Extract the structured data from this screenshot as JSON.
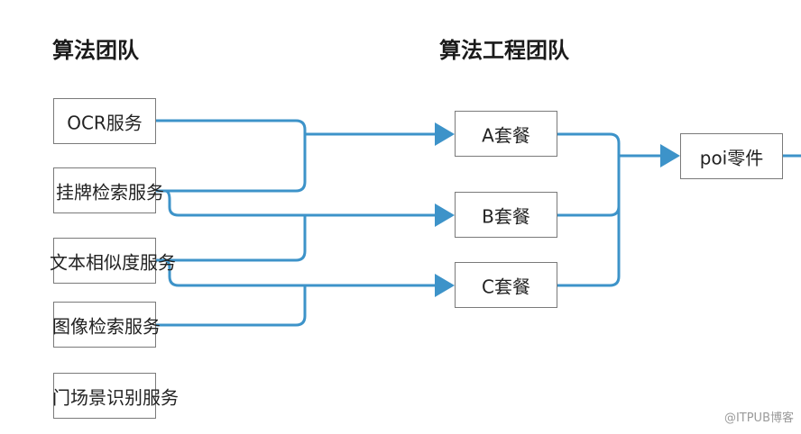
{
  "headings": {
    "algorithm_team": "算法团队",
    "algorithm_engineering_team": "算法工程团队"
  },
  "services": [
    "OCR服务",
    "挂牌检索服务",
    "文本相似度服务",
    "图像检索服务",
    "门场景识别服务"
  ],
  "packages": [
    "A套餐",
    "B套餐",
    "C套餐"
  ],
  "component": "poi零件",
  "watermark": "@ITPUB博客",
  "colors": {
    "connector": "#3d93c9",
    "box_border": "#7a7a7a"
  }
}
